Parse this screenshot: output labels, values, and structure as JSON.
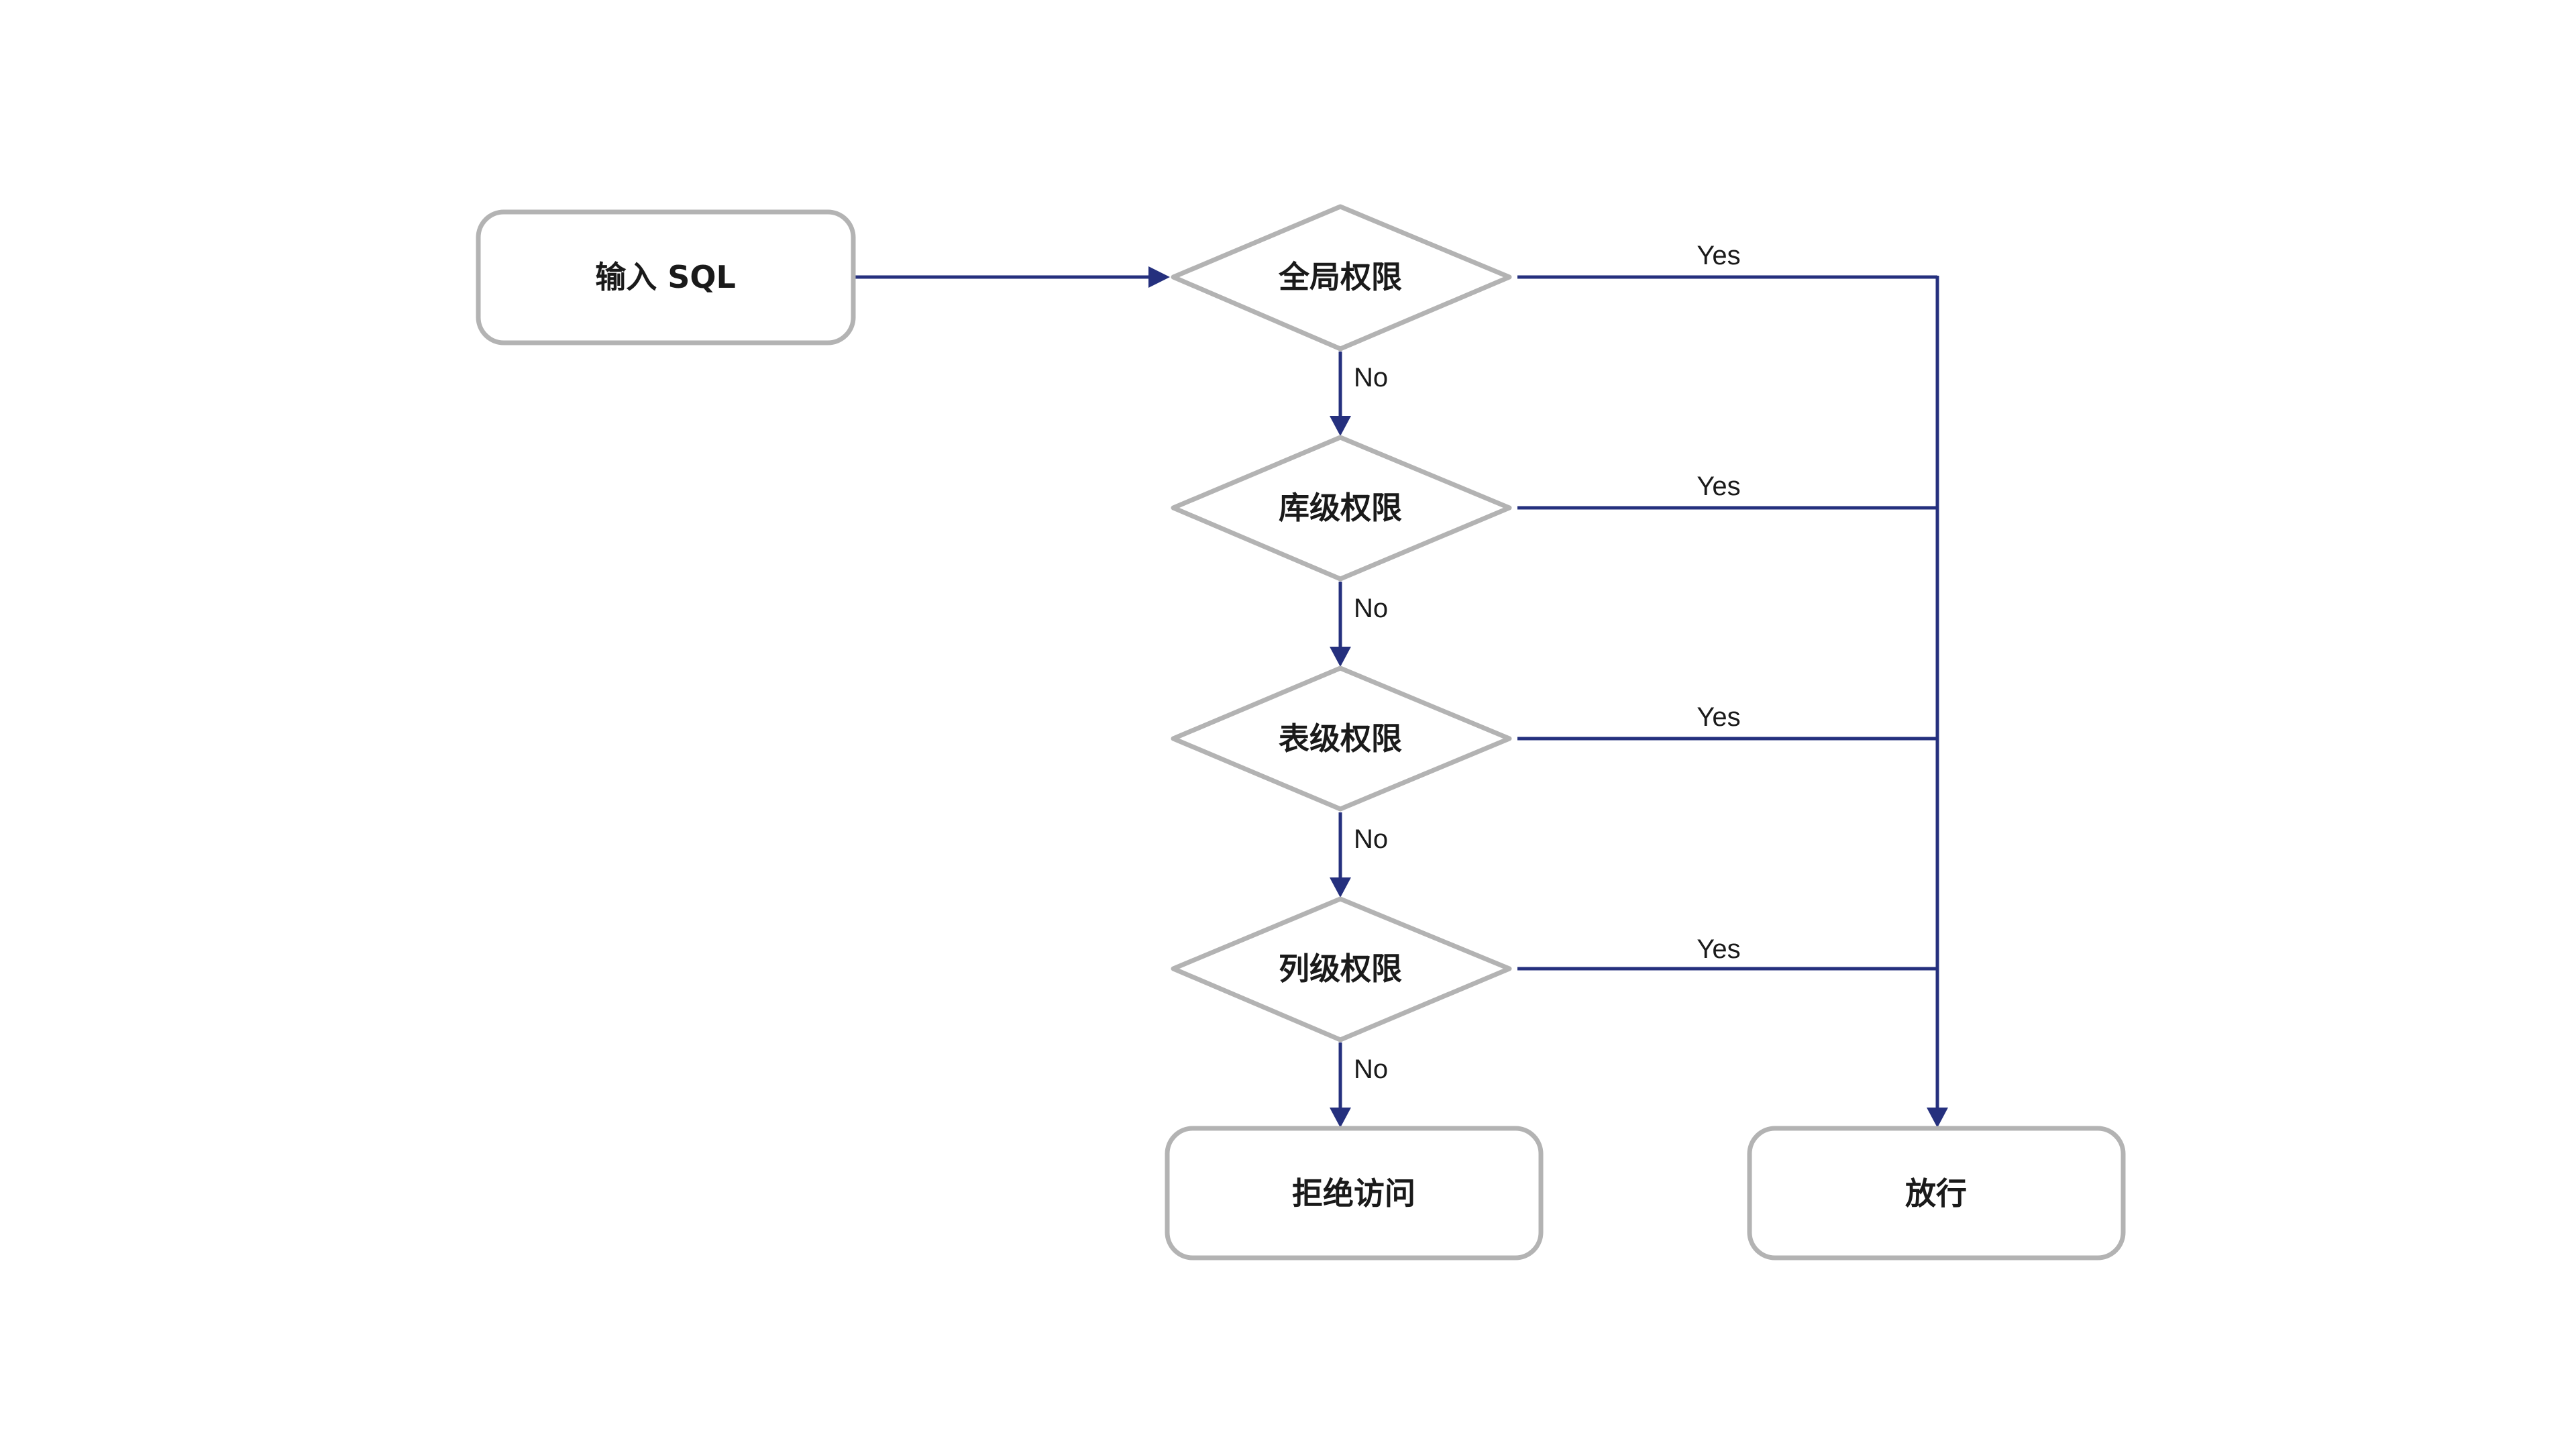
{
  "colors": {
    "node_stroke": "#b3b3b3",
    "connector": "#25307e",
    "background": "#ffffff",
    "text": "#1a1a1a"
  },
  "nodes": {
    "input_sql": "输入 SQL",
    "global_permission": "全局权限",
    "database_permission": "库级权限",
    "table_permission": "表级权限",
    "column_permission": "列级权限",
    "deny_access": "拒绝访问",
    "allow": "放行"
  },
  "edges": {
    "global_yes": "Yes",
    "global_no": "No",
    "database_yes": "Yes",
    "database_no": "No",
    "table_yes": "Yes",
    "table_no": "No",
    "column_yes": "Yes",
    "column_no": "No"
  }
}
